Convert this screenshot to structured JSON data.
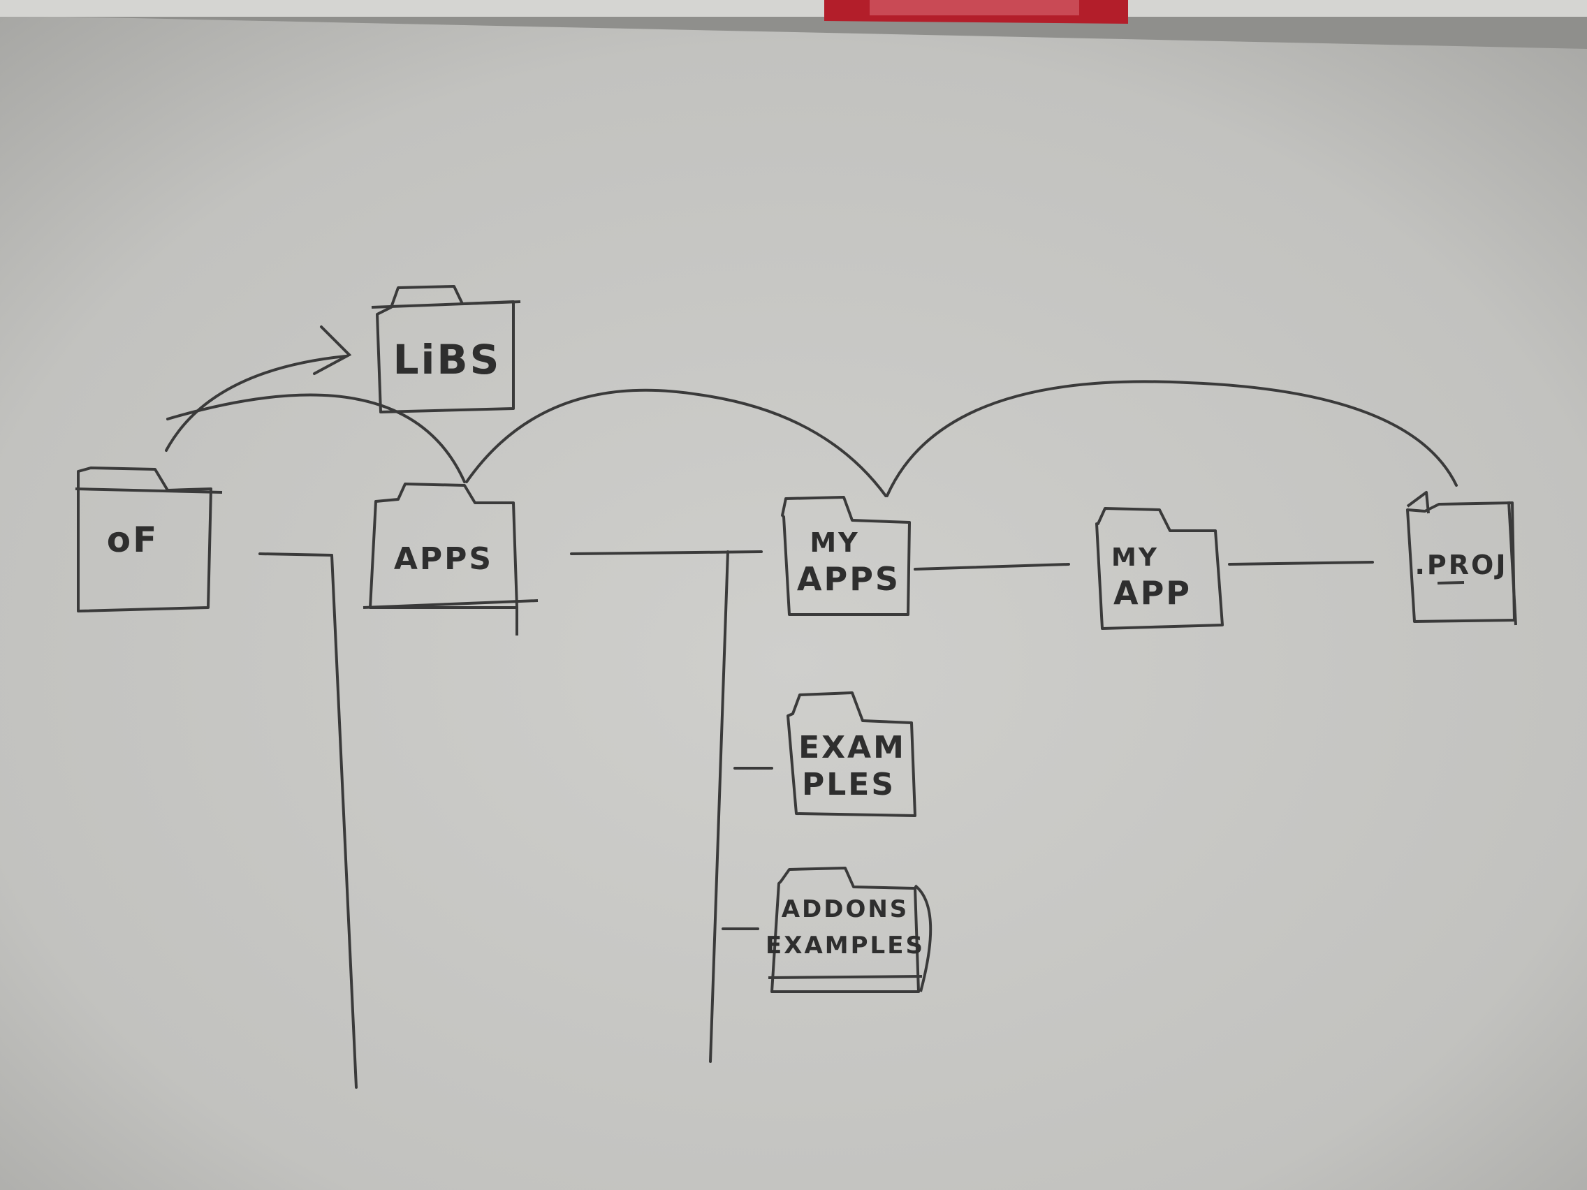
{
  "colors": {
    "paper": "#c6c6c3",
    "paper_shadow": "#a9a9a6",
    "pencil": "#3a3a3a",
    "red_sticker": "#b31e2a"
  },
  "diagram": {
    "folders": [
      {
        "id": "of",
        "lines": [
          "oF"
        ]
      },
      {
        "id": "libs",
        "lines": [
          "LiBS"
        ]
      },
      {
        "id": "apps",
        "lines": [
          "APPS"
        ]
      },
      {
        "id": "myapps",
        "lines": [
          "MY",
          "APPS"
        ]
      },
      {
        "id": "myapp",
        "lines": [
          "MY",
          "APP"
        ]
      },
      {
        "id": "proj",
        "lines": [
          ".PROJ"
        ]
      },
      {
        "id": "examples",
        "lines": [
          "EXAM",
          "PLES"
        ]
      },
      {
        "id": "addons-examples",
        "lines": [
          "ADDONS",
          "EXAMPLES"
        ]
      }
    ],
    "edges": [
      {
        "from": "of",
        "to": "libs",
        "style": "arrow"
      },
      {
        "from": "of",
        "to": "apps",
        "style": "arc"
      },
      {
        "from": "apps",
        "to": "myapps",
        "style": "arc"
      },
      {
        "from": "myapps",
        "to": "proj",
        "style": "arc"
      },
      {
        "from": "myapps",
        "to": "myapp",
        "style": "line"
      },
      {
        "from": "myapp",
        "to": "proj",
        "style": "line"
      },
      {
        "from": "apps",
        "to": "myapps",
        "style": "tree"
      },
      {
        "from": "apps",
        "to": "examples",
        "style": "tree"
      },
      {
        "from": "apps",
        "to": "addons-examples",
        "style": "tree"
      }
    ]
  }
}
